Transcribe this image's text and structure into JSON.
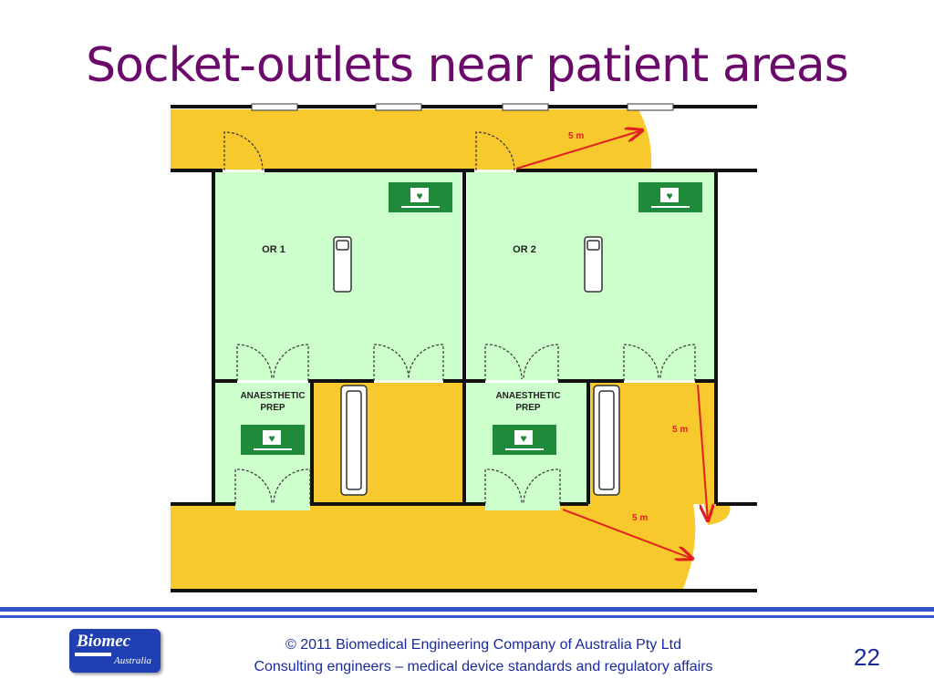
{
  "slide": {
    "title": "Socket-outlets near patient areas"
  },
  "plan": {
    "rooms": [
      {
        "label": "OR 1"
      },
      {
        "label": "OR 2"
      }
    ],
    "prep_rooms": [
      {
        "label_line1": "ANAESTHETIC",
        "label_line2": "PREP"
      },
      {
        "label_line1": "ANAESTHETIC",
        "label_line2": "PREP"
      }
    ],
    "distances": [
      "5 m",
      "5 m",
      "5 m"
    ],
    "colors": {
      "zone": "#f8c92c",
      "room": "#ccffcc",
      "panel": "#1f8a3a",
      "arrow": "#e02020",
      "wall": "#111111"
    },
    "icons": [
      "heart-monitor-panel-icon",
      "bed-icon",
      "door-swing-icon",
      "window-icon"
    ]
  },
  "footer": {
    "logo_name": "Biomec",
    "logo_sub": "Australia",
    "copyright": "© 2011   Biomedical Engineering Company of Australia Pty Ltd",
    "tagline": "Consulting engineers – medical device standards and regulatory affairs",
    "page_number": "22"
  }
}
